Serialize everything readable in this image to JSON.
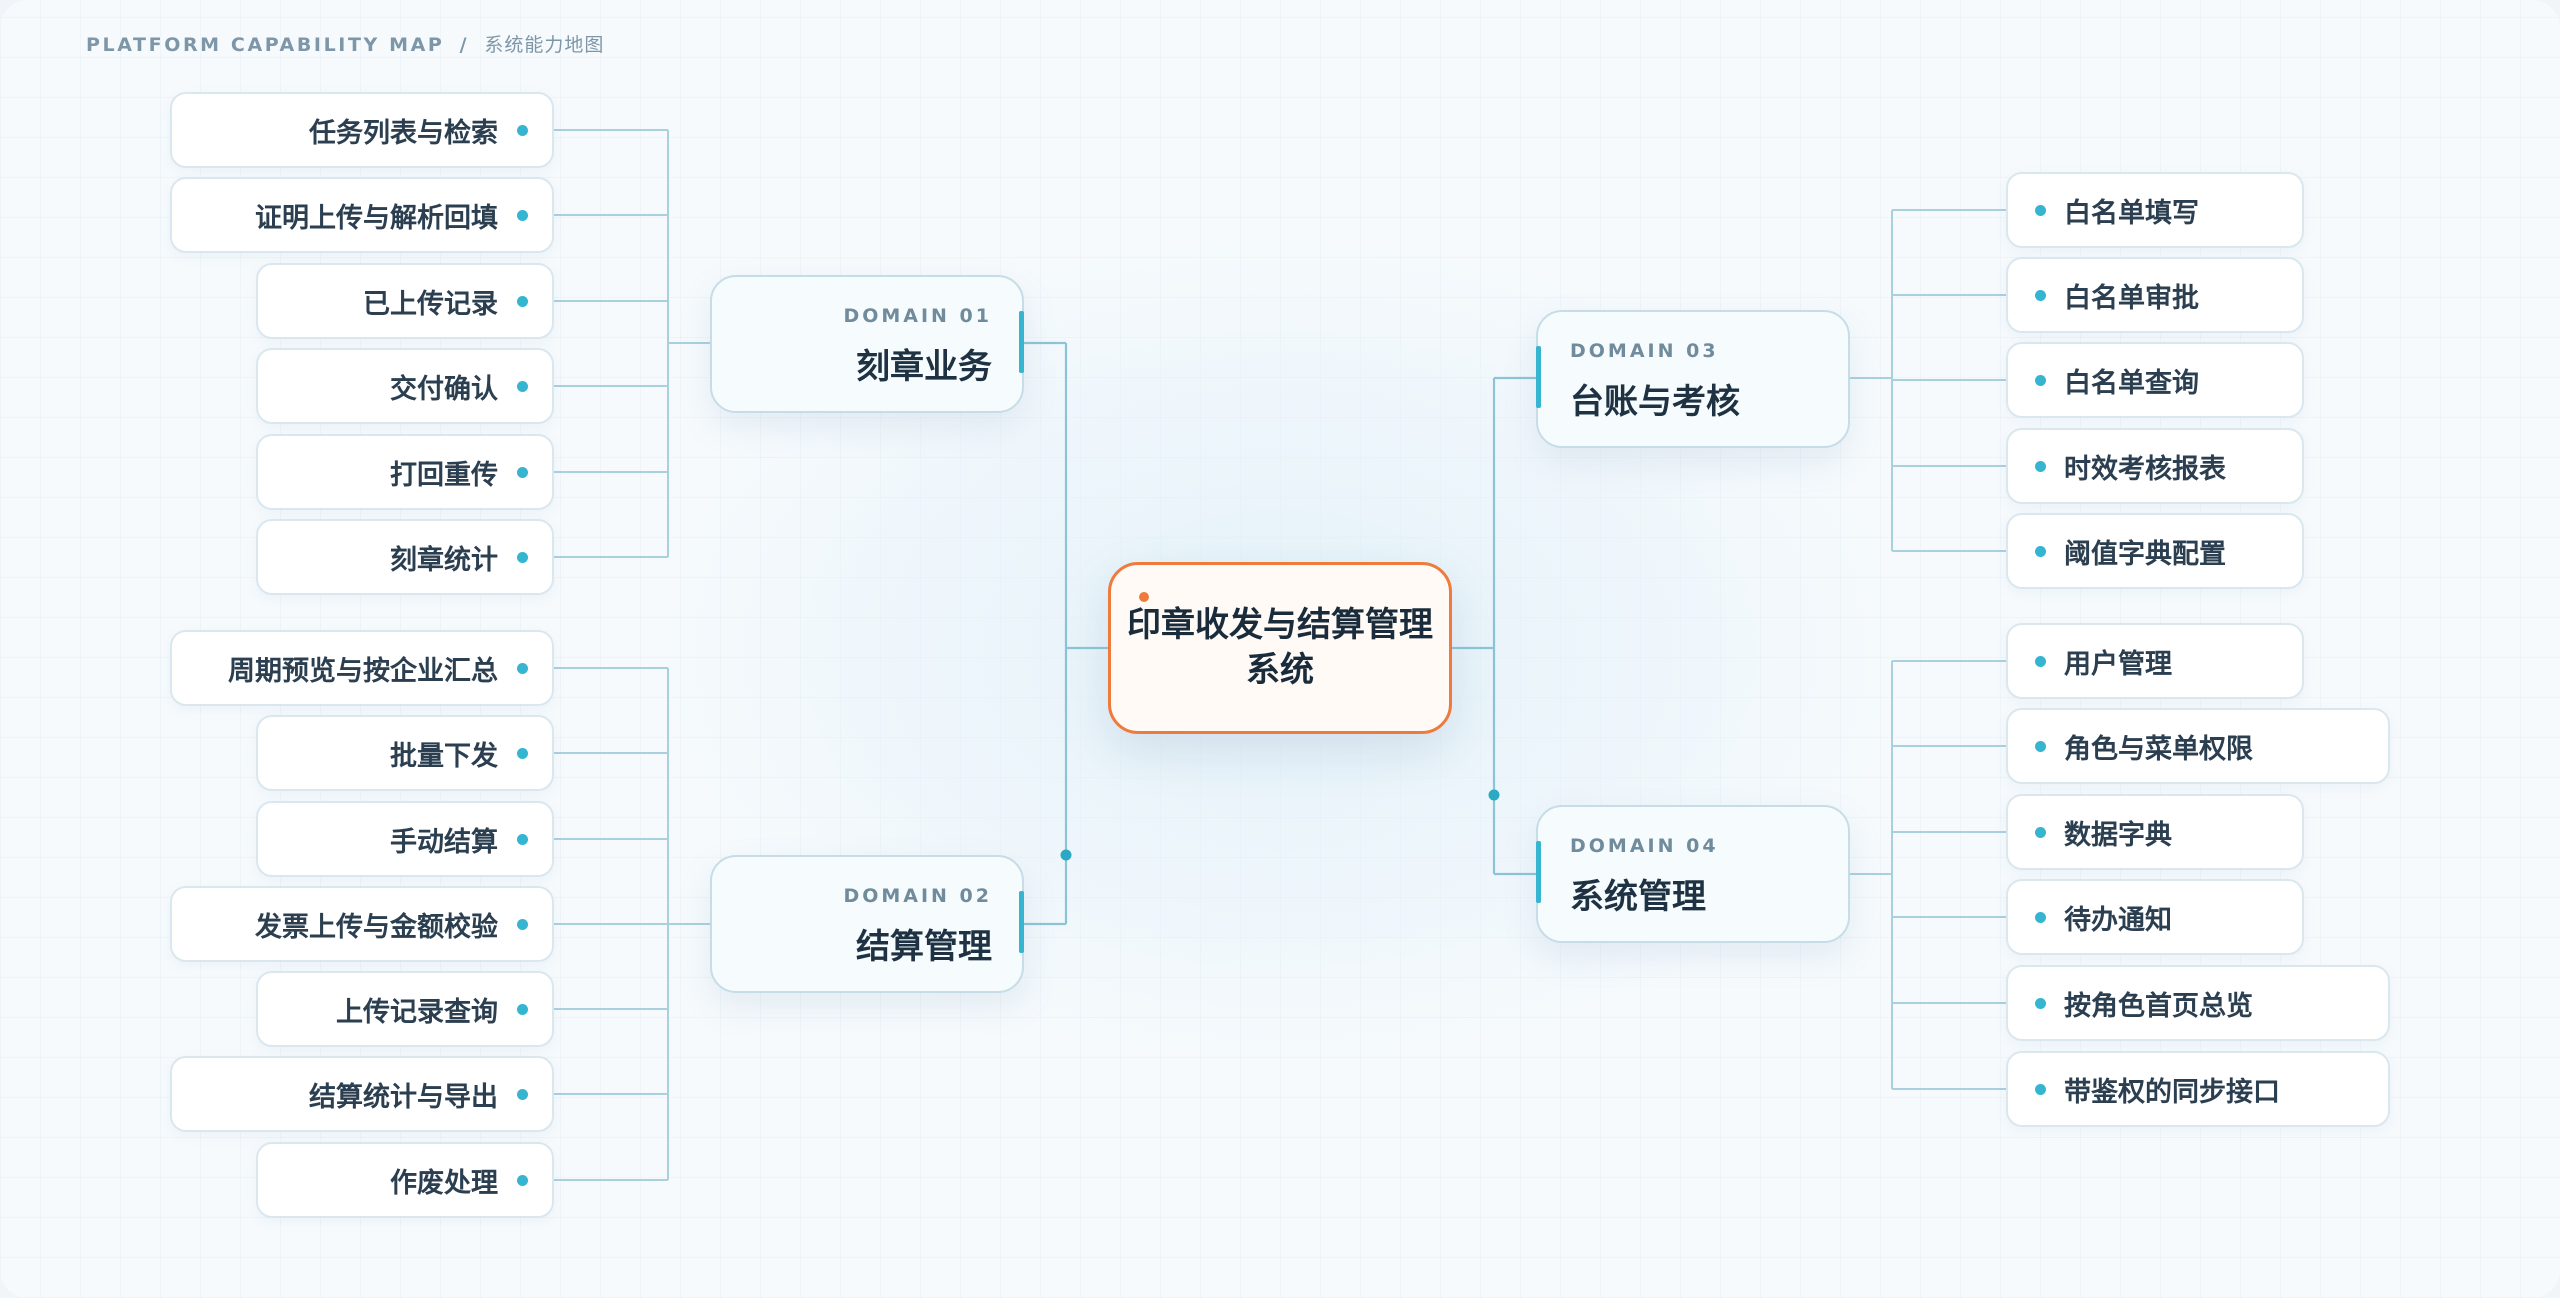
{
  "header": {
    "title": "PLATFORM CAPABILITY MAP",
    "separator": "/",
    "subtitle": "系统能力地图"
  },
  "root": {
    "title": "印章收发与结算管理系统"
  },
  "domains": [
    {
      "label": "DOMAIN 01",
      "title": "刻章业务",
      "items": [
        "任务列表与检索",
        "证明上传与解析回填",
        "已上传记录",
        "交付确认",
        "打回重传",
        "刻章统计"
      ]
    },
    {
      "label": "DOMAIN 02",
      "title": "结算管理",
      "items": [
        "周期预览与按企业汇总",
        "批量下发",
        "手动结算",
        "发票上传与金额校验",
        "上传记录查询",
        "结算统计与导出",
        "作废处理"
      ]
    },
    {
      "label": "DOMAIN 03",
      "title": "台账与考核",
      "items": [
        "白名单填写",
        "白名单审批",
        "白名单查询",
        "时效考核报表",
        "阈值字典配置"
      ]
    },
    {
      "label": "DOMAIN 04",
      "title": "系统管理",
      "items": [
        "用户管理",
        "角色与菜单权限",
        "数据字典",
        "待办通知",
        "按角色首页总览",
        "带鉴权的同步接口"
      ]
    }
  ],
  "colors": {
    "accent": "#35b5cf",
    "root_border": "#ee7a3c",
    "line": "#a9d0dd"
  }
}
